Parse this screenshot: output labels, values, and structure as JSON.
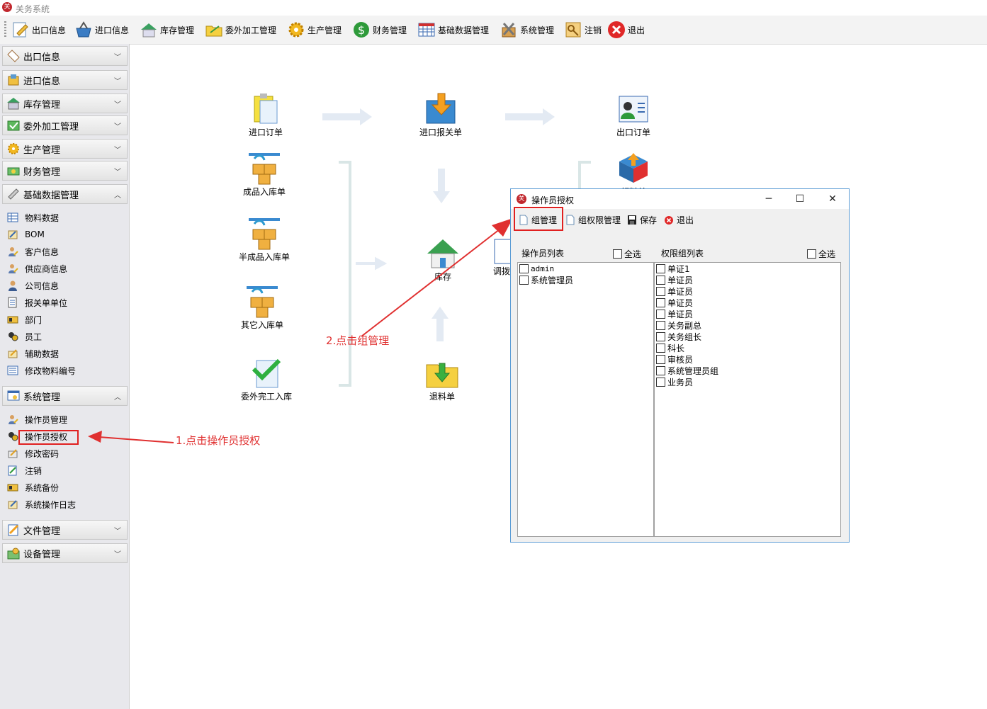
{
  "app": {
    "title": "关务系统",
    "logo_text": "关"
  },
  "toolbar": [
    {
      "label": "出口信息",
      "icon": "edit-icon"
    },
    {
      "label": "进口信息",
      "icon": "basket-icon"
    },
    {
      "label": "库存管理",
      "icon": "warehouse-icon"
    },
    {
      "label": "委外加工管理",
      "icon": "folder-icon"
    },
    {
      "label": "生产管理",
      "icon": "gear-icon"
    },
    {
      "label": "财务管理",
      "icon": "dollar-icon"
    },
    {
      "label": "基础数据管理",
      "icon": "grid-icon"
    },
    {
      "label": "系统管理",
      "icon": "tools-icon"
    },
    {
      "label": "注销",
      "icon": "key-icon"
    },
    {
      "label": "退出",
      "icon": "close-icon"
    }
  ],
  "sidebar": {
    "sections": [
      {
        "label": "出口信息",
        "state": "collapsed"
      },
      {
        "label": "进口信息",
        "state": "collapsed"
      },
      {
        "label": "库存管理",
        "state": "collapsed"
      },
      {
        "label": "委外加工管理",
        "state": "collapsed"
      },
      {
        "label": "生产管理",
        "state": "collapsed"
      },
      {
        "label": "财务管理",
        "state": "collapsed"
      },
      {
        "label": "基础数据管理",
        "state": "expanded"
      },
      {
        "label": "系统管理",
        "state": "expanded"
      },
      {
        "label": "文件管理",
        "state": "collapsed"
      },
      {
        "label": "设备管理",
        "state": "collapsed"
      }
    ],
    "basic_data_items": [
      "物料数据",
      "BOM",
      "客户信息",
      "供应商信息",
      "公司信息",
      "报关单单位",
      "部门",
      "员工",
      "辅助数据",
      "修改物料编号"
    ],
    "system_items": [
      "操作员管理",
      "操作员授权",
      "修改密码",
      "注销",
      "系统备份",
      "系统操作日志"
    ]
  },
  "flow": {
    "items": [
      "进口订单",
      "进口报关单",
      "出口订单",
      "成品入库单",
      "领料单",
      "半成品入库单",
      "库存",
      "调拨",
      "其它入库单",
      "委外完工入库",
      "退料单"
    ]
  },
  "dialog": {
    "title": "操作员授权",
    "logo_text": "关",
    "toolbar": [
      "组管理",
      "组权限管理",
      "保存",
      "退出"
    ],
    "left_header": "操作员列表",
    "right_header": "权限组列表",
    "select_all": "全选",
    "operators": [
      "admin",
      "系统管理员"
    ],
    "groups": [
      "单证1",
      "单证员",
      "单证员",
      "单证员",
      "单证员",
      "关务副总",
      "关务组长",
      "科长",
      "审核员",
      "系统管理员组",
      "业务员"
    ]
  },
  "annotations": {
    "step1": "1.点击操作员授权",
    "step2": "2.点击组管理",
    "color": "#e03030"
  }
}
